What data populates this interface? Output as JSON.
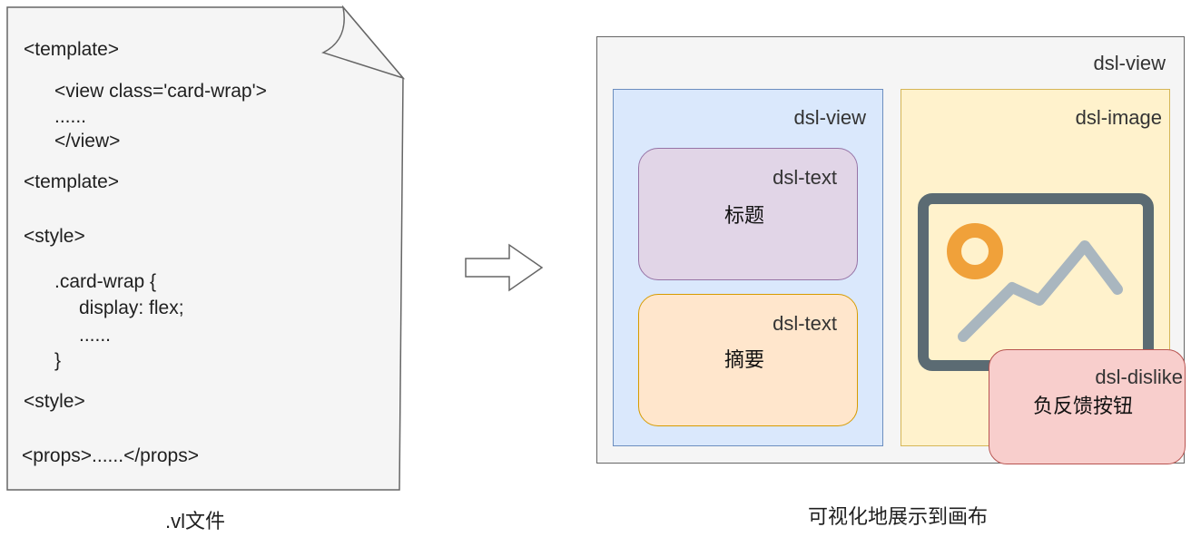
{
  "file": {
    "code_lines": [
      "<template>",
      "<view class='card-wrap'>",
      "......",
      "</view>",
      "<template>",
      "<style>",
      ".card-wrap {",
      "display: flex;",
      "......",
      "}",
      "<style>",
      "<props>......</props>"
    ],
    "caption": ".vl文件"
  },
  "arrow": {
    "icon": "right-arrow-icon"
  },
  "canvas": {
    "root_label": "dsl-view",
    "left_view": {
      "label": "dsl-view",
      "title_box": {
        "label": "dsl-text",
        "content": "标题"
      },
      "summary_box": {
        "label": "dsl-text",
        "content": "摘要"
      }
    },
    "image_box": {
      "label": "dsl-image",
      "icon": "image-placeholder-icon"
    },
    "dislike_box": {
      "label": "dsl-dislike",
      "content": "负反馈按钮"
    },
    "caption": "可视化地展示到画布"
  },
  "colors": {
    "doc_fill": "#f5f5f5",
    "doc_stroke": "#666666",
    "view_fill": "#dae8fc",
    "view_stroke": "#6c8ebf",
    "title_fill": "#e1d5e7",
    "title_stroke": "#9673a6",
    "summary_fill": "#ffe6cc",
    "summary_stroke": "#d79b00",
    "image_fill": "#fff2cc",
    "image_stroke": "#d6b656",
    "dislike_fill": "#f8cecc",
    "dislike_stroke": "#b85450"
  }
}
